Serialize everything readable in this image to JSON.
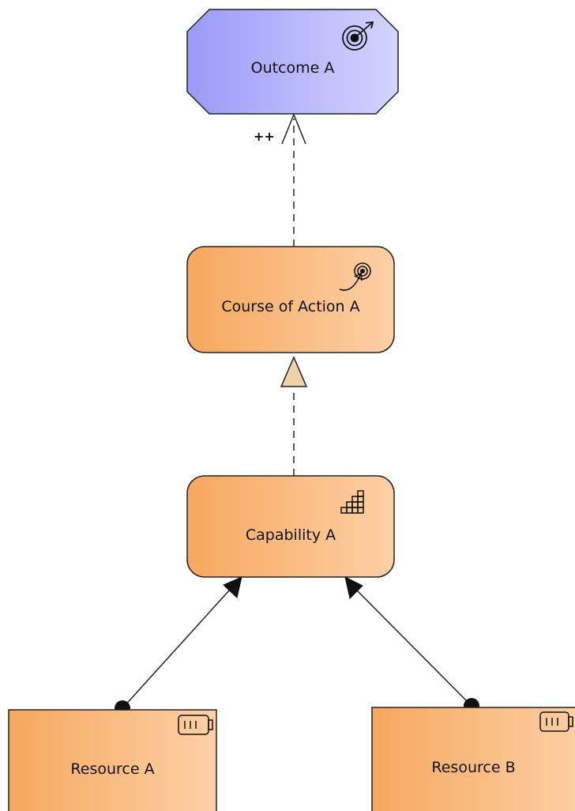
{
  "diagram": {
    "outcome": {
      "label": "Outcome A",
      "icon": "target-icon"
    },
    "course_of_action": {
      "label": "Course of Action A",
      "icon": "course-of-action-icon"
    },
    "capability": {
      "label": "Capability A",
      "icon": "capability-icon"
    },
    "resource_a": {
      "label": "Resource A",
      "icon": "resource-icon"
    },
    "resource_b": {
      "label": "Resource B",
      "icon": "resource-icon"
    },
    "influence": {
      "label": "++"
    }
  },
  "colors": {
    "outcome_fill_start": "#9a9af8",
    "outcome_fill_end": "#d4d4ff",
    "strategy_fill_start": "#f6a85e",
    "strategy_fill_end": "#fdd0a6",
    "stroke": "#222222",
    "realization_arrow_fill": "#f0d2a8"
  }
}
